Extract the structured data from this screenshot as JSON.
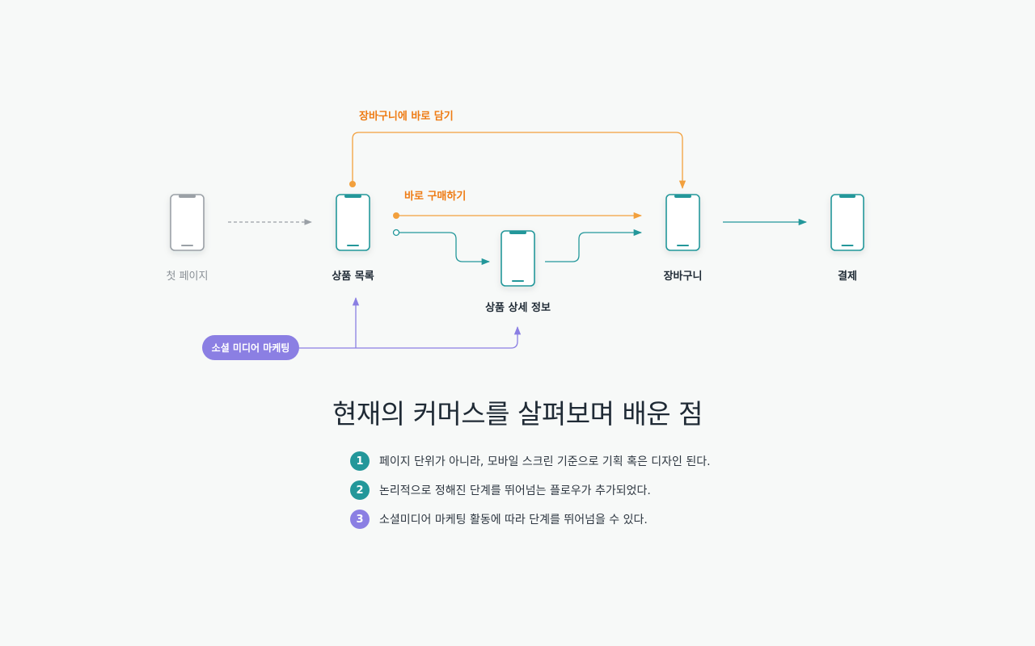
{
  "colors": {
    "teal": "#23979a",
    "orange": "#f2a03d",
    "orange_text": "#ee7b13",
    "purple": "#8b7fe3",
    "grey": "#9aa0a6",
    "dark_text": "#1f2a35"
  },
  "flow": {
    "nodes": {
      "first_page": {
        "label": "첫 페이지"
      },
      "product_list": {
        "label": "상품 목록"
      },
      "product_detail": {
        "label": "상품 상세 정보"
      },
      "cart": {
        "label": "장바구니"
      },
      "checkout": {
        "label": "결제"
      }
    },
    "paths": {
      "add_to_cart": {
        "label": "장바구니에 바로 담기"
      },
      "buy_now": {
        "label": "바로 구매하기"
      }
    },
    "social": {
      "label": "소셜 미디어 마케팅"
    }
  },
  "lessons": {
    "title": "현재의 커머스를 살펴보며 배운 점",
    "items": [
      {
        "number": "1",
        "text": "페이지 단위가 아니라, 모바일 스크린 기준으로 기획 혹은 디자인 된다.",
        "color": "#23979a"
      },
      {
        "number": "2",
        "text": "논리적으로 정해진 단계를 뛰어넘는 플로우가 추가되었다.",
        "color": "#23979a"
      },
      {
        "number": "3",
        "text": "소셜미디어 마케팅 활동에 따라 단계를 뛰어넘을 수 있다.",
        "color": "#8b7fe3"
      }
    ]
  }
}
